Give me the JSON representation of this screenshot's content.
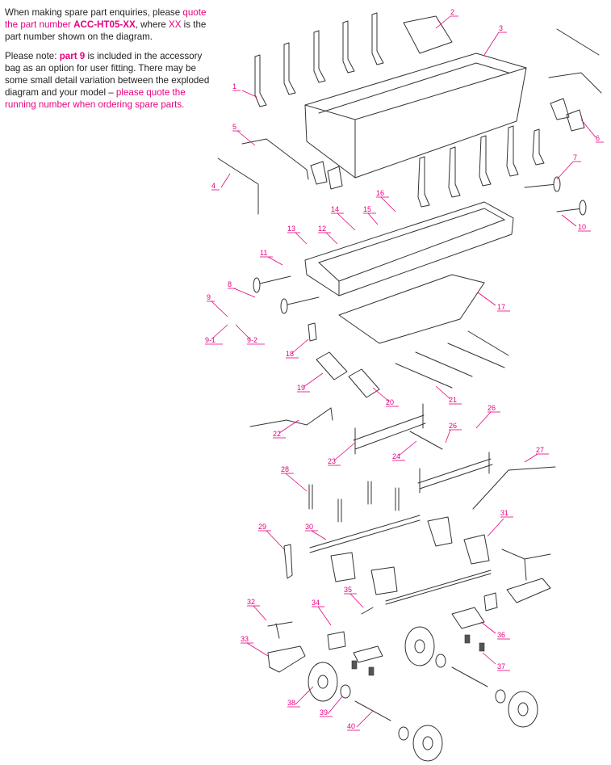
{
  "notes": {
    "p1_pre": "When making spare part enquiries, please ",
    "p1_link": "quote the part number ",
    "p1_code": "ACC-HT05-XX",
    "p1_mid": ", where ",
    "p1_xx": "XX",
    "p1_post": " is the part number shown on the diagram.",
    "p2_pre": "Please note: ",
    "p2_part": "part 9",
    "p2_mid": " is included in the accessory bag as an option for user fitting. There may be some small detail variation between the exploded diagram and your model – ",
    "p2_link": "please quote the running number when ordering spare parts."
  },
  "callouts": [
    "1",
    "2",
    "3",
    "4",
    "5",
    "6",
    "7",
    "8",
    "9",
    "9-1",
    "9-2",
    "10",
    "11",
    "12",
    "13",
    "14",
    "15",
    "16",
    "17",
    "18",
    "19",
    "20",
    "21",
    "22",
    "23",
    "24",
    "26",
    "26",
    "27",
    "28",
    "29",
    "30",
    "31",
    "32",
    "33",
    "34",
    "35",
    "36",
    "37",
    "38",
    "39",
    "40"
  ],
  "colors": {
    "accent": "#e6007e",
    "line": "#333333"
  }
}
